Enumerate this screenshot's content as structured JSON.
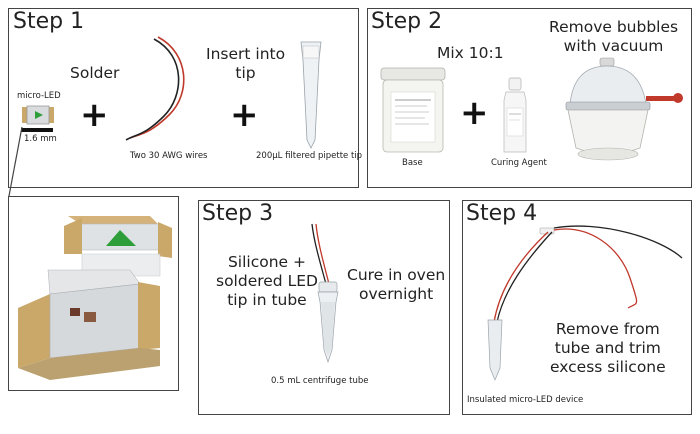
{
  "step1": {
    "title": "Step 1",
    "micro_led_label": "micro-LED",
    "scale_label": "1.6 mm",
    "solder_label": "Solder",
    "wires_label": "Two 30 AWG wires",
    "insert_label_line1": "Insert into",
    "insert_label_line2": "tip",
    "tip_label": "200µL filtered pipette tip"
  },
  "step2": {
    "title": "Step 2",
    "mix_label": "Mix 10:1",
    "base_label": "Base",
    "curing_label": "Curing Agent",
    "vacuum_line1": "Remove bubbles",
    "vacuum_line2": "with vacuum"
  },
  "step3": {
    "title": "Step 3",
    "silicone_line1": "Silicone +",
    "silicone_line2": "soldered LED",
    "silicone_line3": "tip in tube",
    "cure_line1": "Cure in oven",
    "cure_line2": "overnight",
    "tube_label": "0.5 mL centrifuge tube"
  },
  "step4": {
    "title": "Step 4",
    "remove_line1": "Remove from",
    "remove_line2": "tube and trim",
    "remove_line3": "excess silicone",
    "device_label": "Insulated micro-LED device"
  },
  "colors": {
    "led_green": "#2e9e3a",
    "led_body": "#cfd3d6",
    "led_pad": "#c9a86a",
    "wire_red": "#c0392b",
    "wire_black": "#222222"
  }
}
